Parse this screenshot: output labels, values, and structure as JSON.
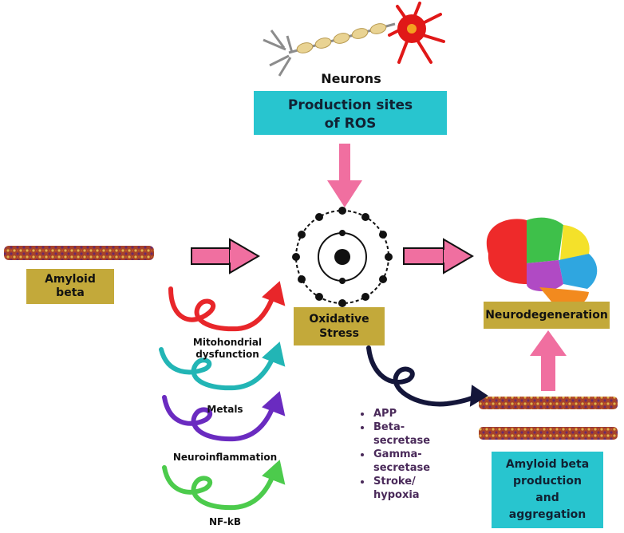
{
  "neurons_label": "Neurons",
  "ros_box": {
    "line1": "Production sites",
    "line2": "of ROS"
  },
  "amyloid_box": {
    "line1": "Amyloid",
    "line2": "beta"
  },
  "oxidative_box": {
    "line1": "Oxidative",
    "line2": "Stress"
  },
  "neurodegeneration_label": "Neurodegeneration",
  "spiral_labels": {
    "mitochondrial": {
      "line1": "Mitohondrial",
      "line2": "dysfunction"
    },
    "metals": "Metals",
    "neuroinflammation": "Neuroinflammation",
    "nfkb": "NF-kB"
  },
  "factors": [
    "APP",
    "Beta-",
    "secretase",
    "Gamma-",
    "secretase",
    "Stroke/",
    "hypoxia"
  ],
  "production_box": {
    "line1": "Amyloid beta",
    "line2": "production",
    "line3": "and",
    "line4": "aggregation"
  },
  "colors": {
    "arrow_pink": "#f06fa0",
    "box_teal": "#28c5cf",
    "box_olive": "#c3a93a",
    "spiral_red": "#e8262a",
    "spiral_teal": "#22b5b5",
    "spiral_purple": "#6a2bc0",
    "spiral_green": "#4ccb4c",
    "spiral_navy": "#14163a"
  }
}
